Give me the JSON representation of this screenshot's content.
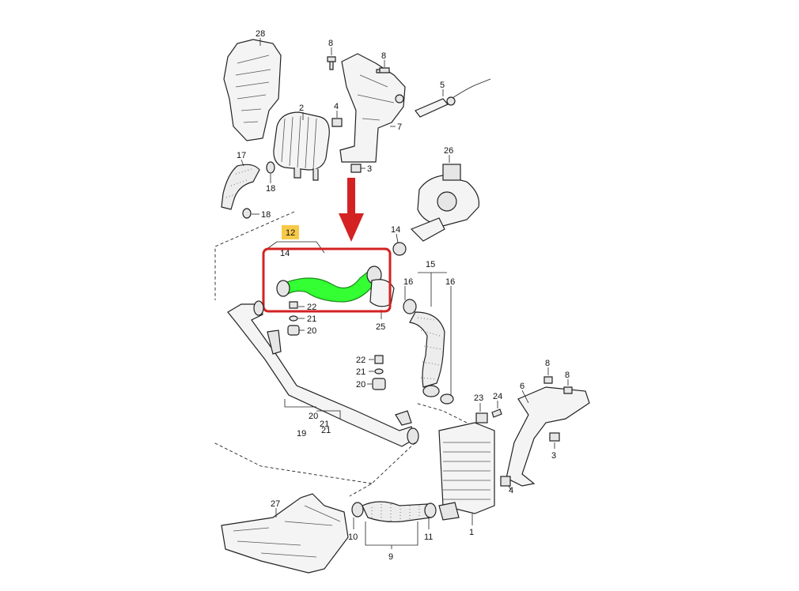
{
  "labels": {
    "l28": "28",
    "l8a": "8",
    "l8b": "8",
    "l2": "2",
    "l4a": "4",
    "l7": "7",
    "l5": "5",
    "l3a": "3",
    "l17": "17",
    "l18a": "18",
    "l18b": "18",
    "l26": "26",
    "l12": "12",
    "l14a": "14",
    "l14b": "14",
    "l22a": "22",
    "l21a": "21",
    "l20a": "20",
    "l25": "25",
    "l15": "15",
    "l16a": "16",
    "l16b": "16",
    "l22b": "22",
    "l21b": "21",
    "l20b": "20",
    "l20c": "20",
    "l21c": "21",
    "l19": "19",
    "l21d": "21",
    "l8c": "8",
    "l8d": "8",
    "l6": "6",
    "l23": "23",
    "l24": "24",
    "l3b": "3",
    "l27": "27",
    "l4b": "4",
    "l10": "10",
    "l9": "9",
    "l11": "11",
    "l1": "1"
  },
  "colors": {
    "highlight_part": "#33ff33",
    "highlight_frame": "#d42222",
    "arrow": "#d42222",
    "label_tag": "#f7c948"
  },
  "highlighted_part": "12"
}
